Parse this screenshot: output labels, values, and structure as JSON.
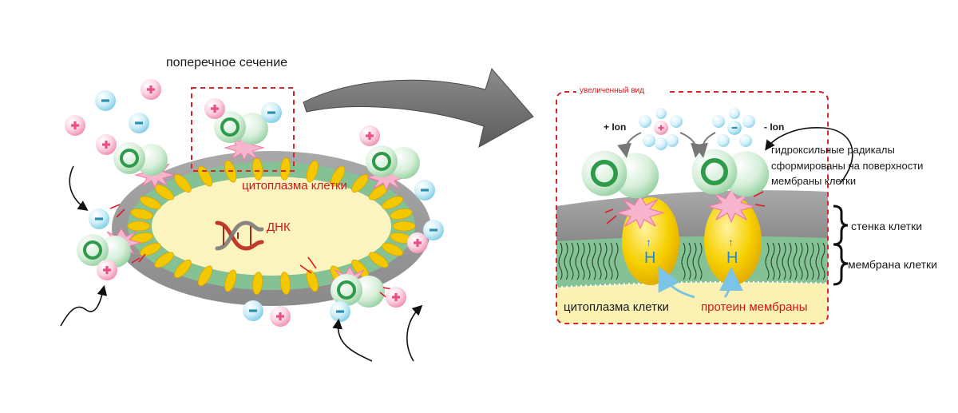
{
  "labels": {
    "cross_section": "поперечное сечение",
    "cytoplasm_left": "цитоплазма клетки",
    "dna": "ДНК",
    "magnified_view": "увеличенный вид",
    "plus_ion": "+ Ion",
    "minus_ion": "- Ion",
    "radicals_line1": "гидроксильные радикалы",
    "radicals_line2": "сформированы на поверхности",
    "radicals_line3": "мембраны клетки",
    "cell_wall": "стенка клетки",
    "cell_membrane": "мембрана клетки",
    "cytoplasm_right": "цитоплазма клетки",
    "membrane_protein": "протеин мембраны",
    "h_letter": "H",
    "h_arrow": "↑"
  },
  "ion_signs": {
    "plus": "+",
    "minus": "−"
  },
  "colors": {
    "plus_ion": "#e94f86",
    "minus_ion": "#2aa6c4",
    "cell_wall": "#9a9a9a",
    "membrane": "#7fbe8f",
    "cytoplasm": "#fbf4bf",
    "protein": "#f2c500",
    "label_red": "#d01818",
    "arrow_gray": "#6f6f6f"
  }
}
